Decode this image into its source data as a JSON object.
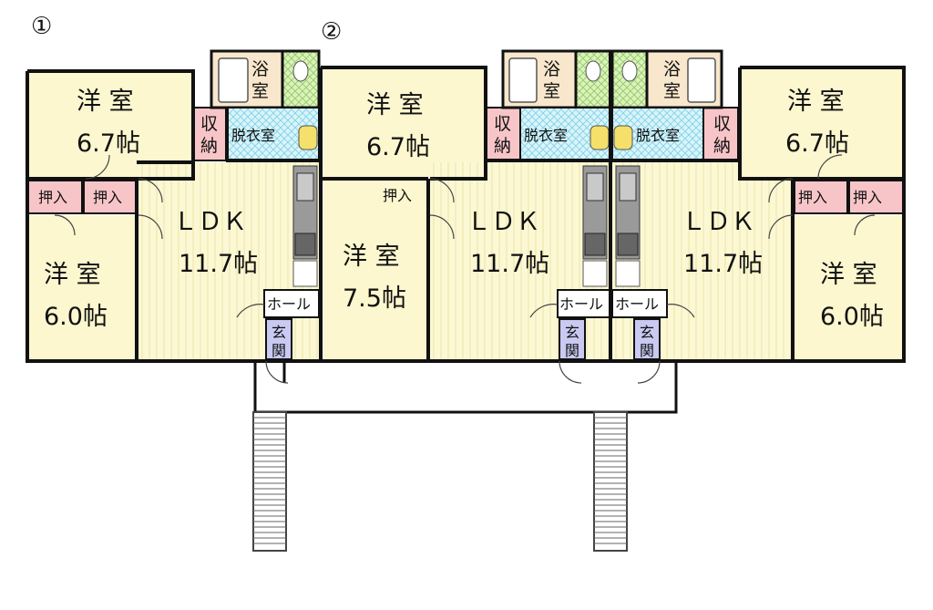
{
  "unit_numbers": [
    "①",
    "②"
  ],
  "rooms": {
    "western": "洋 室",
    "ldk": "ＬＤＫ",
    "closet_oshiire": "押入",
    "storage_1": "収",
    "storage_2": "納",
    "bath_1": "浴",
    "bath_2": "室",
    "dressing": "脱衣室",
    "hall": "ホール",
    "entrance_1": "玄",
    "entrance_2": "関"
  },
  "sizes": {
    "s67": "6.7帖",
    "s60": "6.0帖",
    "s117": "11.7帖",
    "s75": "7.5帖"
  },
  "colors": {
    "western_room": "#fcf7cf",
    "ldk_floor": "#fcf8d4",
    "ldk_stripe": "#ece3a8",
    "closet": "#f7c5c8",
    "bath": "#f8e7cc",
    "dressing": "#cfeff6",
    "toilet": "#d9f0b4",
    "entrance": "#c9c9f2",
    "kitchen": "#9a9a9a",
    "wall": "#111111"
  }
}
